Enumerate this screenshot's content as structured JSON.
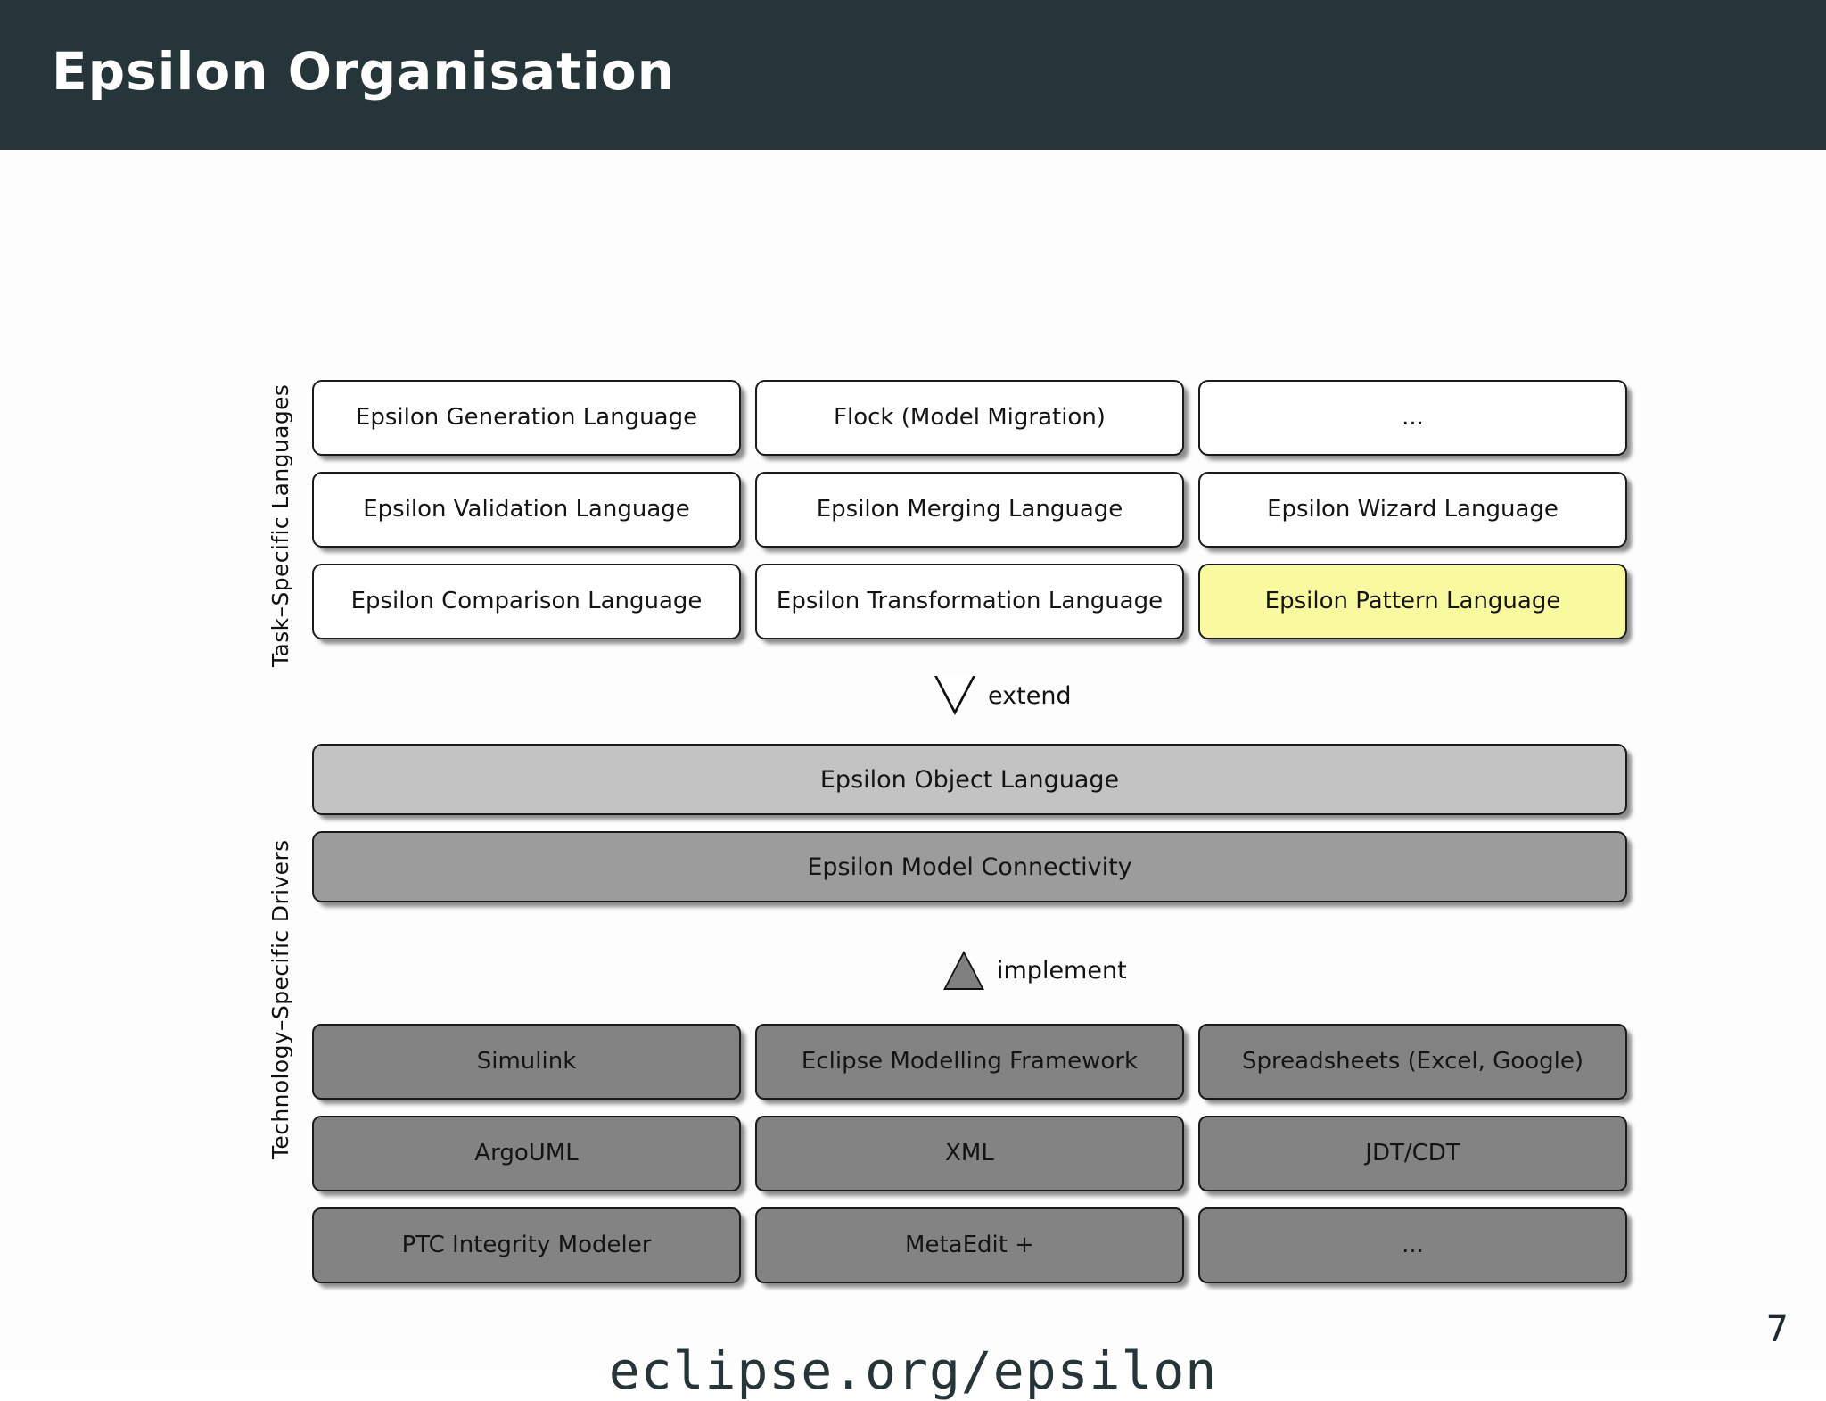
{
  "header": {
    "title": "Epsilon Organisation",
    "background_color": "#25353a",
    "text_color": "#ffffff"
  },
  "side_labels": {
    "task_specific": "Task–Specific Languages",
    "technology_specific": "Technology–Specific Drivers"
  },
  "task_specific_languages": {
    "rows": [
      [
        {
          "label": "Epsilon Generation Language",
          "style": "plain"
        },
        {
          "label": "Flock (Model Migration)",
          "style": "plain"
        },
        {
          "label": "...",
          "style": "plain"
        }
      ],
      [
        {
          "label": "Epsilon Validation Language",
          "style": "plain"
        },
        {
          "label": "Epsilon Merging Language",
          "style": "plain"
        },
        {
          "label": "Epsilon Wizard Language",
          "style": "plain"
        }
      ],
      [
        {
          "label": "Epsilon Comparison Language",
          "style": "plain"
        },
        {
          "label": "Epsilon Transformation Language",
          "style": "plain"
        },
        {
          "label": "Epsilon Pattern Language",
          "style": "highlight"
        }
      ]
    ]
  },
  "relations": {
    "extend": {
      "label": "extend",
      "marker": "hollow-triangle-down"
    },
    "implement": {
      "label": "implement",
      "marker": "filled-triangle-up"
    }
  },
  "core_stack": [
    {
      "label": "Epsilon Object Language",
      "style": "light-gray",
      "color": "#c3c3c3"
    },
    {
      "label": "Epsilon Model Connectivity",
      "style": "dark-gray",
      "color": "#9c9c9c"
    }
  ],
  "technology_specific_drivers": {
    "rows": [
      [
        {
          "label": "Simulink"
        },
        {
          "label": "Eclipse Modelling Framework"
        },
        {
          "label": "Spreadsheets (Excel, Google)"
        }
      ],
      [
        {
          "label": "ArgoUML"
        },
        {
          "label": "XML"
        },
        {
          "label": "JDT/CDT"
        }
      ],
      [
        {
          "label": "PTC Integrity Modeler"
        },
        {
          "label": "MetaEdit +"
        },
        {
          "label": "..."
        }
      ]
    ]
  },
  "footer": {
    "url": "eclipse.org/epsilon",
    "page_number": "7"
  },
  "colors": {
    "highlight": "#f9f9a0",
    "driver_fill": "#838383",
    "slide_background": "#fdfdfd",
    "border": "#1a1a1a"
  }
}
